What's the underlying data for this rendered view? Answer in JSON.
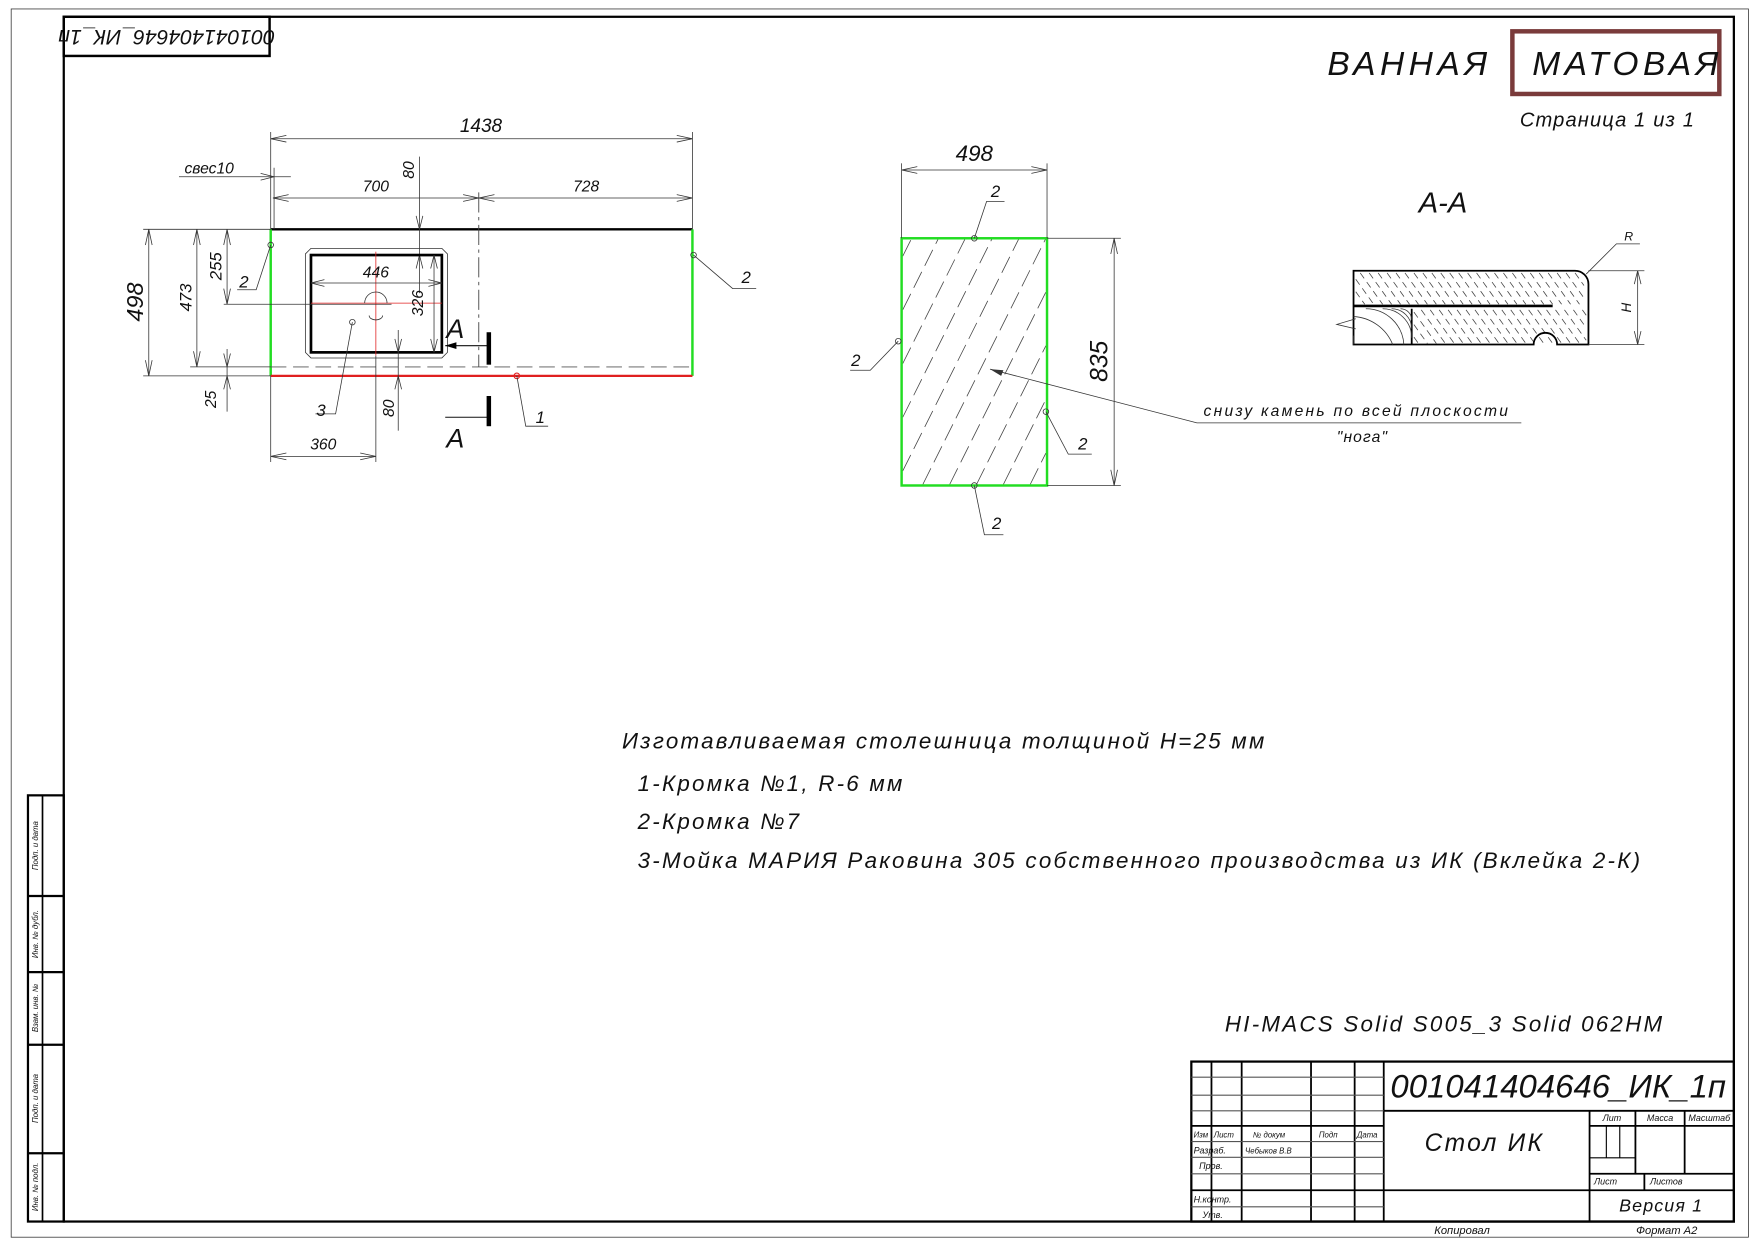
{
  "sheet": {
    "mirrored_code": "001041404646_ИК_1п",
    "room": "ВАННАЯ",
    "finish": "МАТОВАЯ",
    "page": "Страница 1 из 1",
    "finish_box_color": "#7a3b3b",
    "edge_green": "#22dd22",
    "edge_red": "#e02020"
  },
  "plan_view": {
    "dim_total_length": "1438",
    "dim_overhang": "свес10",
    "dim_left_part": "700",
    "dim_right_part": "728",
    "dim_top_offset": "80",
    "dim_bottom_offset": "80",
    "dim_depth": "498",
    "dim_inner_depth": "473",
    "dim_sink_center": "255",
    "dim_edge": "25",
    "dim_sink_width": "446",
    "dim_sink_height": "326",
    "dim_sink_x": "360",
    "section_mark": "A",
    "callout_1": "1",
    "callout_2_left": "2",
    "callout_2_right": "2",
    "callout_3": "3"
  },
  "leg_view": {
    "dim_width": "498",
    "dim_height": "835",
    "callouts": [
      "2",
      "2",
      "2",
      "2"
    ],
    "note_line1": "снизу камень по всей плоскости",
    "note_line2": "\"нога\""
  },
  "section_view": {
    "title": "А-А",
    "radius_label": "R",
    "height_label": "H"
  },
  "notes": {
    "heading": "Изготавливаемая столешница толщиной Н=25 мм",
    "items": [
      "1-Кромка №1, R-6 мм",
      "2-Кромка №7",
      "3-Мойка МАРИЯ Раковина 305 собственного производства из ИК (Вклейка 2-К)"
    ],
    "material": "HI-MACS  Solid  S005_3  Solid  062HM"
  },
  "title_block": {
    "code": "001041404646_ИК_1п",
    "name": "Стол ИК",
    "version": "Версия 1",
    "header": {
      "izm": "Изм",
      "list": "Лист",
      "doc": "№ докум",
      "sign": "Подп",
      "date": "Дата"
    },
    "rows": {
      "developer": "Разраб.",
      "developer_name": "Чебыков В.В",
      "checked": "Пров.",
      "n_control": "Н.контр.",
      "approved": "Утв."
    },
    "lit": "Лит",
    "mass": "Масса",
    "scale": "Масштаб",
    "sheet": "Лист",
    "sheets": "Листов",
    "copied": "Копировал",
    "format": "Формат А2"
  },
  "side_strip": [
    "Инв. № подл.",
    "Подп. и дата",
    "Взам. инв. №",
    "Инв. № дубл.",
    "Подп. и дата"
  ]
}
